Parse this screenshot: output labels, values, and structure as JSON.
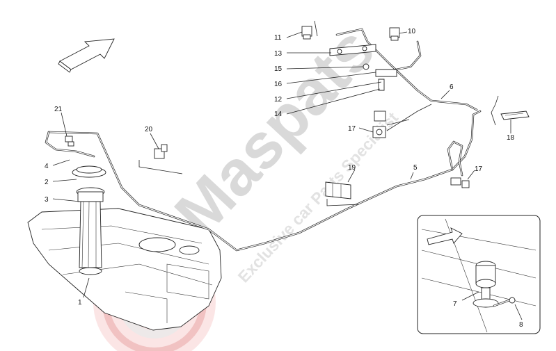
{
  "watermark": {
    "brand": "Maspats",
    "tagline": "Exclusive car Parts Specialist"
  },
  "callouts": [
    {
      "id": "c1",
      "text": "1"
    },
    {
      "id": "c2",
      "text": "2"
    },
    {
      "id": "c3",
      "text": "3"
    },
    {
      "id": "c4",
      "text": "4"
    },
    {
      "id": "c5",
      "text": "5"
    },
    {
      "id": "c6",
      "text": "6"
    },
    {
      "id": "c7",
      "text": "7"
    },
    {
      "id": "c8",
      "text": "8"
    },
    {
      "id": "c10",
      "text": "10"
    },
    {
      "id": "c11",
      "text": "11"
    },
    {
      "id": "c12",
      "text": "12"
    },
    {
      "id": "c13",
      "text": "13"
    },
    {
      "id": "c14",
      "text": "14"
    },
    {
      "id": "c15",
      "text": "15"
    },
    {
      "id": "c16",
      "text": "16"
    },
    {
      "id": "c17a",
      "text": "17"
    },
    {
      "id": "c17b",
      "text": "17"
    },
    {
      "id": "c18",
      "text": "18"
    },
    {
      "id": "c19",
      "text": "19"
    },
    {
      "id": "c20",
      "text": "20"
    },
    {
      "id": "c21",
      "text": "21"
    }
  ],
  "colors": {
    "watermark_gray": "#d9d9d9",
    "watermark_red": "#f3b3b3",
    "line": "#222222"
  }
}
